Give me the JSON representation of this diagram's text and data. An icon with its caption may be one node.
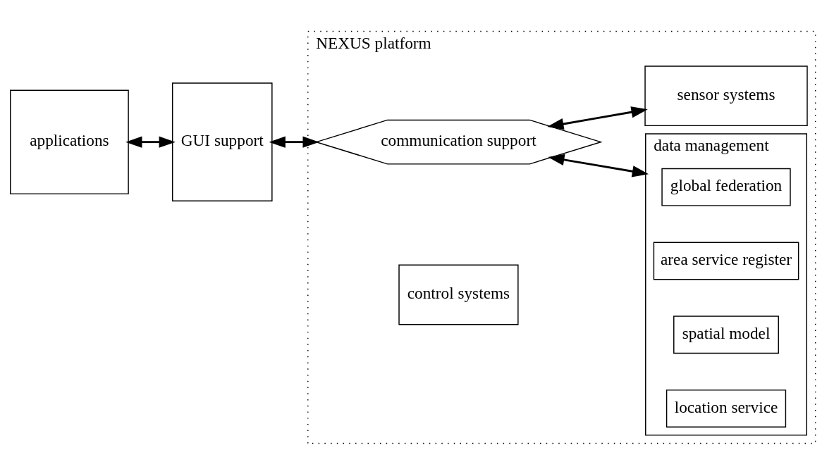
{
  "diagram": {
    "nodes": [
      {
        "text": [
          "NEXUS platform"
        ]
      },
      {
        "text": [
          "data management"
        ],
        "in": 0
      },
      {
        "text": [
          "global federation"
        ],
        "in": 1
      },
      {
        "text": [
          "area service register"
        ],
        "in": 1
      },
      {
        "text": [
          "spatial model"
        ],
        "in": 1
      },
      {
        "text": [
          "location service"
        ],
        "in": 1
      },
      {
        "text": [
          "applications"
        ]
      },
      {
        "text": [
          "GUI support"
        ]
      },
      {
        "text": [
          "communication support"
        ],
        "in": 0
      },
      {
        "text": [
          "sensor systems"
        ],
        "in": 0
      },
      {
        "text": [
          "control systems"
        ],
        "in": 0
      }
    ],
    "edges": [
      {
        "from": 6,
        "to": 7,
        "arrow": "both"
      },
      {
        "from": 7,
        "to": 8,
        "arrow": "both"
      },
      {
        "from": 8,
        "to": 1,
        "arrow": "both"
      },
      {
        "from": 8,
        "to": 9,
        "arrow": "both"
      }
    ]
  }
}
